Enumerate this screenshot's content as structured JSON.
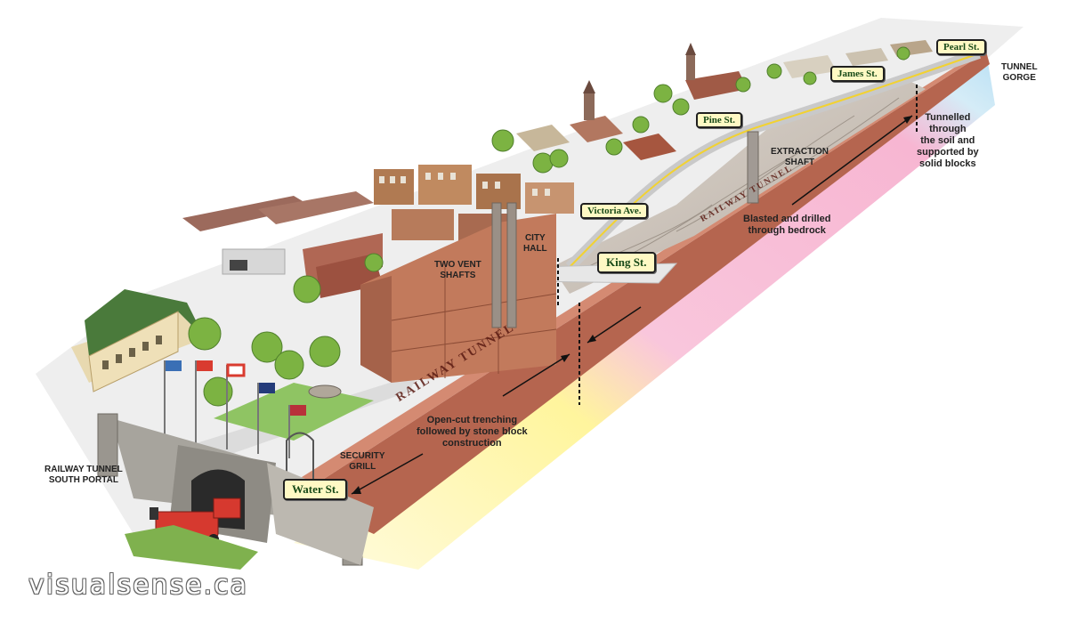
{
  "labels": {
    "two_vent_shafts": "TWO VENT\nSHAFTS",
    "city_hall": "CITY\nHALL",
    "extraction_shaft": "EXTRACTION\nSHAFT",
    "tunnel_gorge": "TUNNEL\nGORGE",
    "south_portal": "RAILWAY TUNNEL\nSOUTH PORTAL",
    "security_grill": "SECURITY\nGRILL"
  },
  "notes": {
    "soil": "Tunnelled\nthrough\nthe soil and\nsupported by\nsolid blocks",
    "bedrock": "Blasted and drilled\nthrough bedrock",
    "trench": "Open-cut trenching\nfollowed by stone block\nconstruction"
  },
  "streets": {
    "water": "Water St.",
    "king": "King St.",
    "victoria": "Victoria Ave.",
    "pine": "Pine St.",
    "james": "James St.",
    "pearl": "Pearl St."
  },
  "tunnel_text": "RAILWAY TUNNEL",
  "watermark": "visualsense.ca",
  "colors": {
    "soil_zone": "#cfe9f5",
    "bedrock_zone": "#f7b6d2",
    "trench_zone": "#fff59d",
    "tunnel_brick": "#b5654f",
    "rock": "#cfc8c0",
    "grass": "#8fc463",
    "road": "#e9e9e9"
  }
}
